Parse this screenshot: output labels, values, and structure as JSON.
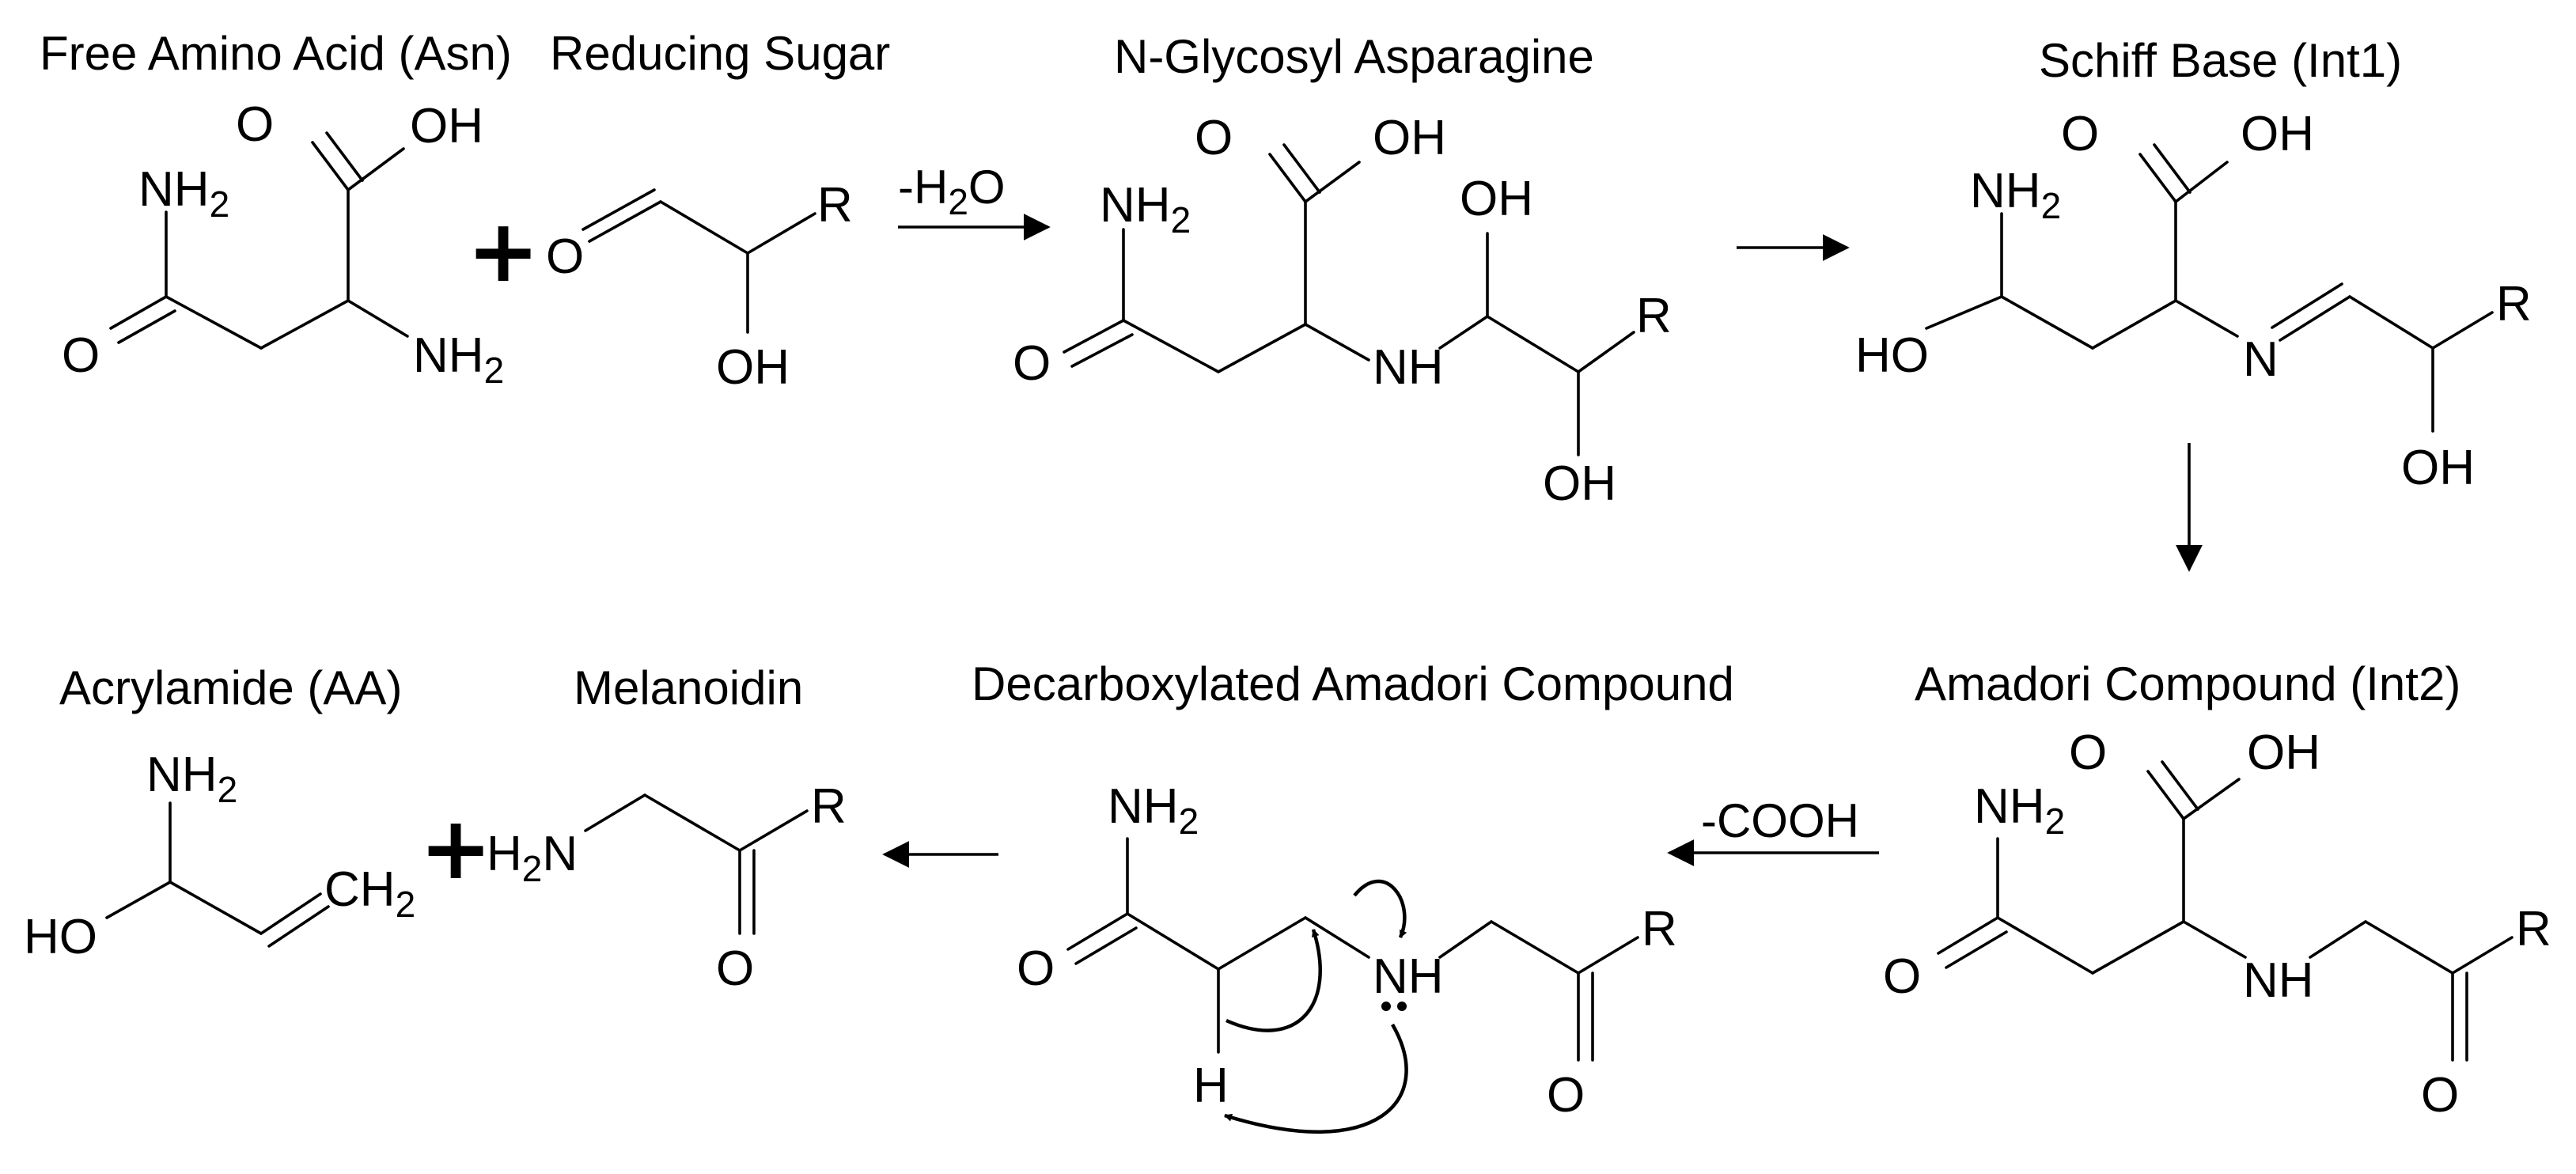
{
  "titles": {
    "asn": "Free Amino Acid (Asn)",
    "sugar": "Reducing Sugar",
    "glycosyl": "N-Glycosyl Asparagine",
    "schiff": "Schiff Base (Int1)",
    "amadori": "Amadori Compound (Int2)",
    "decarbox": "Decarboxylated Amadori Compound",
    "melanoidin": "Melanoidin",
    "acrylamide": "Acrylamide (AA)"
  },
  "conditions": {
    "dehydration": "-H2O",
    "decarboxylation": "-COOH"
  },
  "plus_sign": "+",
  "atoms": {
    "O": "O",
    "OH": "OH",
    "HO": "HO",
    "NH2": "NH2",
    "H2N": "H2N",
    "NH": "NH",
    "N": "N",
    "H": "H",
    "R": "R",
    "CH2": "CH2"
  }
}
